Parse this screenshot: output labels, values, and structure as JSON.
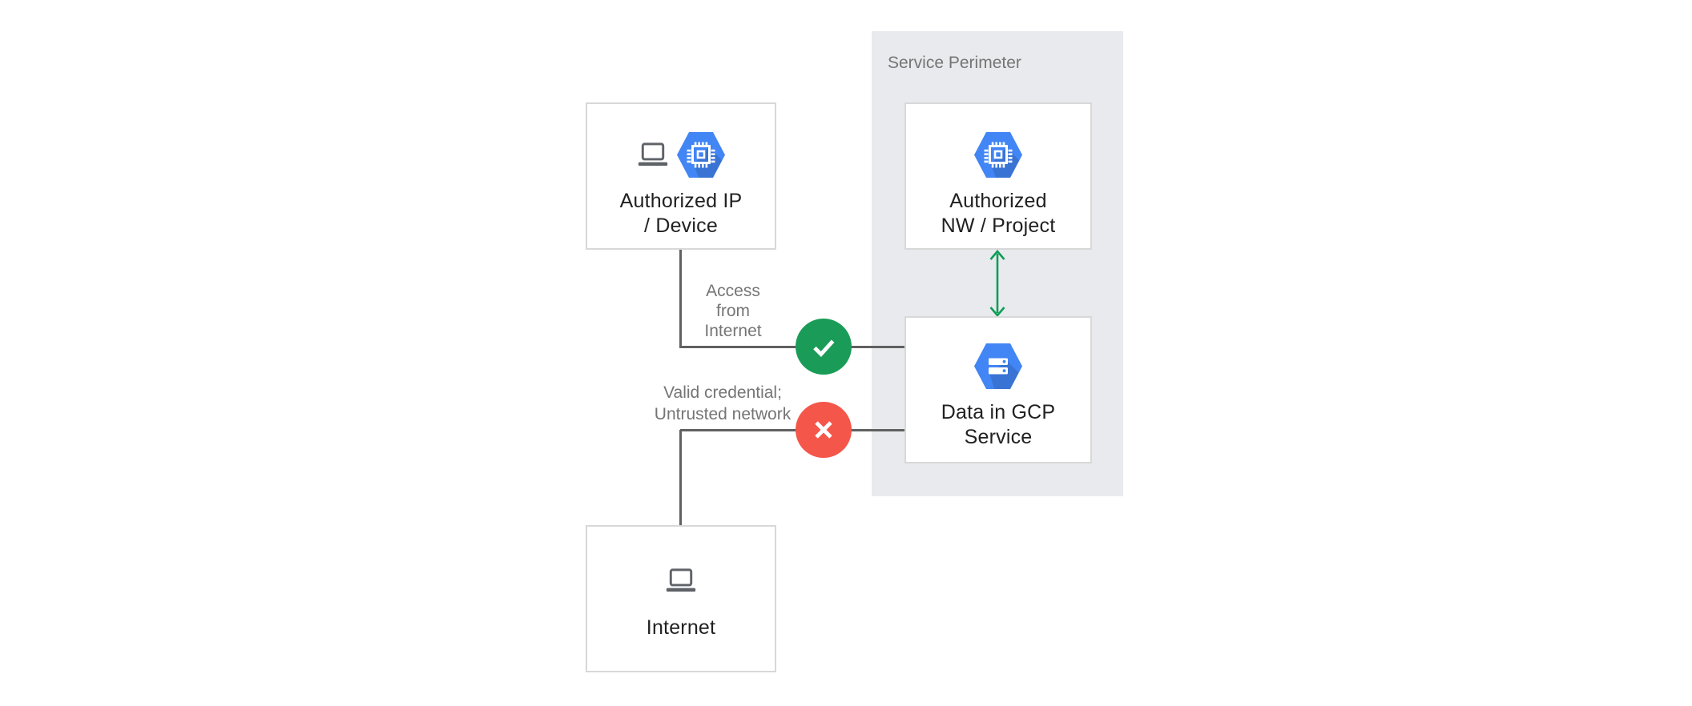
{
  "perimeter": {
    "label": "Service Perimeter",
    "bg_color": "#e8eaed"
  },
  "nodes": {
    "authorized_ip": {
      "line1": "Authorized IP",
      "line2": "/ Device",
      "icons": [
        "laptop-icon",
        "compute-engine-hexagon-icon"
      ]
    },
    "authorized_nw": {
      "line1": "Authorized",
      "line2": "NW / Project",
      "icons": [
        "compute-engine-hexagon-icon"
      ]
    },
    "data_gcp": {
      "line1": "Data in GCP",
      "line2": "Service",
      "icons": [
        "storage-hexagon-icon"
      ]
    },
    "internet": {
      "line1": "Internet",
      "icons": [
        "laptop-icon"
      ]
    }
  },
  "annotations": {
    "access": {
      "line1": "Access",
      "line2": "from",
      "line3": "Internet",
      "status": "allowed"
    },
    "credential": {
      "line1": "Valid credential;",
      "line2": "Untrusted network",
      "status": "blocked"
    }
  },
  "badges": {
    "allowed": {
      "icon": "check-icon",
      "color": "#1a9c58"
    },
    "blocked": {
      "icon": "cross-icon",
      "color": "#f4564a"
    }
  },
  "colors": {
    "gcp_blue": "#4285f4",
    "arrow_green": "#0f9d58",
    "allowed_green": "#1a9c58",
    "blocked_red": "#f4564a",
    "perimeter_bg": "#e8eaed",
    "connector_gray": "#616161",
    "annotation_gray": "#757575",
    "node_text": "#212121",
    "node_border": "#d8d8d8",
    "laptop_gray": "#5f6368"
  }
}
